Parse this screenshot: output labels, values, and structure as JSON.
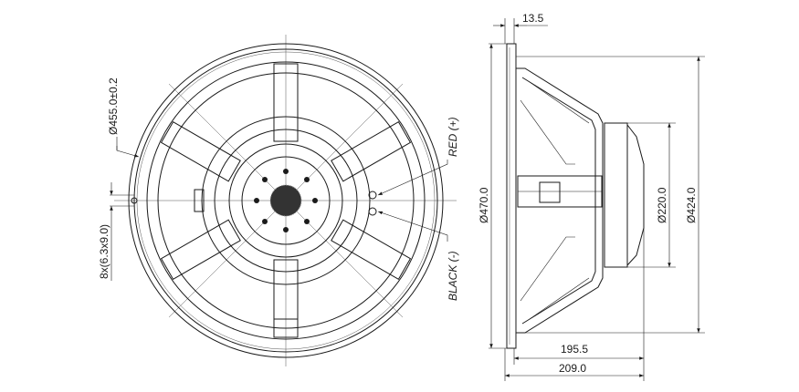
{
  "drawing": {
    "front_view": {
      "mount_diameter": "Ø455.0±0.2",
      "mount_holes": "8x(6.3x9.0)",
      "terminal_positive": "RED (+)",
      "terminal_negative": "BLACK (-)"
    },
    "side_view": {
      "flange_thickness": "13.5",
      "outer_diameter": "Ø470.0",
      "baffle_diameter": "Ø424.0",
      "magnet_diameter": "Ø220.0",
      "depth_from_baffle": "195.5",
      "total_depth": "209.0"
    }
  }
}
